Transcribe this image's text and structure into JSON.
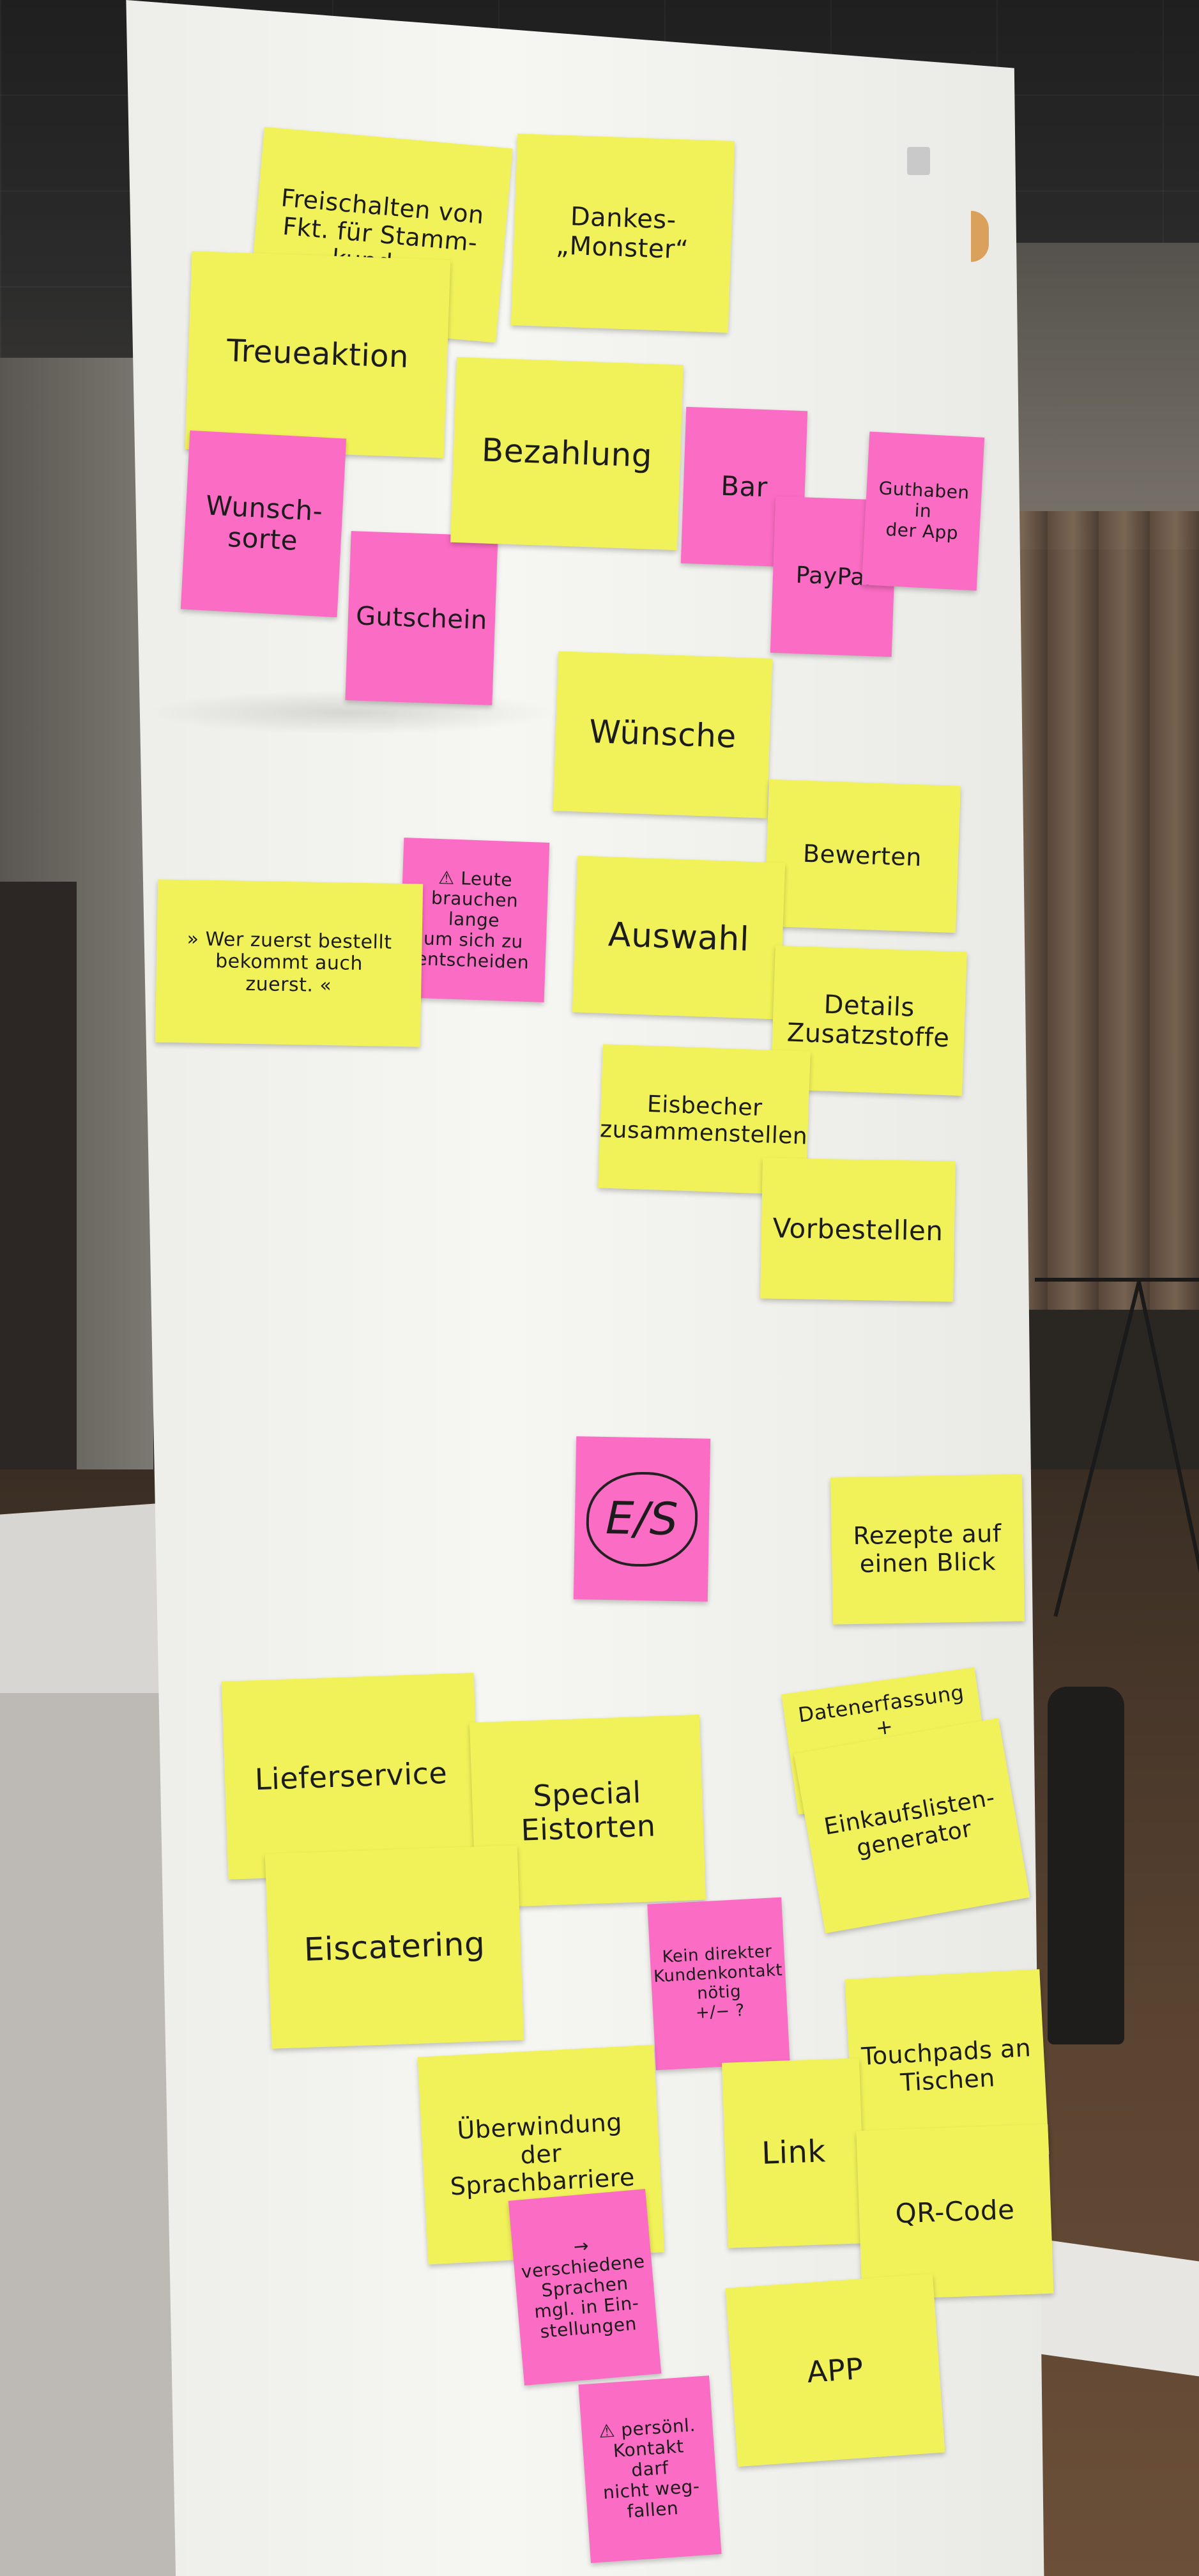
{
  "scene": {
    "description_free": true
  },
  "notes": [
    {
      "key": "freischalten",
      "text": "Freischalten von\nFkt. für Stamm-\nkunden",
      "color": "yellow"
    },
    {
      "key": "dankes",
      "text": "Dankes-\n„Monster“",
      "color": "yellow"
    },
    {
      "key": "treueaktion",
      "text": "Treueaktion",
      "color": "yellow"
    },
    {
      "key": "wunschsorte",
      "text": "Wunsch-\nsorte",
      "color": "pink"
    },
    {
      "key": "gutschein",
      "text": "Gutschein",
      "color": "pink"
    },
    {
      "key": "bezahlung",
      "text": "Bezahlung",
      "color": "yellow"
    },
    {
      "key": "bar",
      "text": "Bar",
      "color": "pink"
    },
    {
      "key": "paypal",
      "text": "PayPal",
      "color": "pink"
    },
    {
      "key": "guthaben",
      "text": "Guthaben in\nder App",
      "color": "pink"
    },
    {
      "key": "wuensche",
      "text": "Wünsche",
      "color": "yellow"
    },
    {
      "key": "bewerten",
      "text": "Bewerten",
      "color": "yellow"
    },
    {
      "key": "leute",
      "text": "⚠ Leute\nbrauchen lange\num sich zu\nentscheiden",
      "color": "pink"
    },
    {
      "key": "werzuerst",
      "text": "» Wer zuerst bestellt\nbekommt auch\nzuerst. «",
      "color": "yellow"
    },
    {
      "key": "auswahl",
      "text": "Auswahl",
      "color": "yellow"
    },
    {
      "key": "details",
      "text": "Details\nZusatzstoffe",
      "color": "yellow"
    },
    {
      "key": "eisbecher",
      "text": "Eisbecher\nzusammenstellen",
      "color": "yellow"
    },
    {
      "key": "vorbestellen",
      "text": "Vorbestellen",
      "color": "yellow"
    },
    {
      "key": "eis",
      "text": "E/S",
      "color": "pink"
    },
    {
      "key": "rezepte",
      "text": "Rezepte auf\neinen Blick",
      "color": "yellow"
    },
    {
      "key": "lieferservice",
      "text": "Lieferservice",
      "color": "yellow"
    },
    {
      "key": "special",
      "text": "Special\nEistorten",
      "color": "yellow"
    },
    {
      "key": "datenerfassung",
      "text": "Datenerfassung +",
      "color": "yellow"
    },
    {
      "key": "einkaufsliste",
      "text": "Einkaufslisten-\ngenerator",
      "color": "yellow"
    },
    {
      "key": "eiscatering",
      "text": "Eiscatering",
      "color": "yellow"
    },
    {
      "key": "keindirekter",
      "text": "Kein direkter\nKundenkontakt\nnötig\n+/− ?",
      "color": "pink"
    },
    {
      "key": "touchpads",
      "text": "Touchpads an\nTischen",
      "color": "yellow"
    },
    {
      "key": "ueberwindung",
      "text": "Überwindung der\nSprachbarriere",
      "color": "yellow"
    },
    {
      "key": "link",
      "text": "Link",
      "color": "yellow"
    },
    {
      "key": "qrcode",
      "text": "QR-Code",
      "color": "yellow"
    },
    {
      "key": "verschiedene",
      "text": "→ verschiedene\nSprachen\nmgl. in Ein-\nstellungen",
      "color": "pink"
    },
    {
      "key": "app",
      "text": "APP",
      "color": "yellow"
    },
    {
      "key": "persoenl",
      "text": "⚠ persönl.\nKontakt darf\nnicht weg-\nfallen",
      "color": "pink"
    }
  ]
}
